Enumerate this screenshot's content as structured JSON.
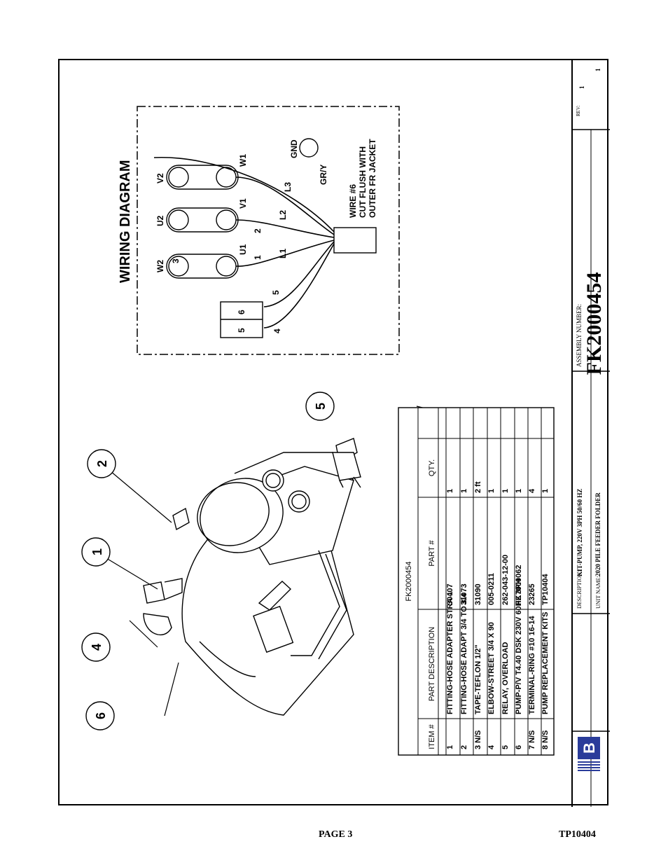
{
  "wiring": {
    "title": "WIRING DIAGRAM",
    "terminals_top": [
      "W2",
      "U2",
      "V2"
    ],
    "terminals_bottom": [
      "U1",
      "V1",
      "W1"
    ],
    "wire_numbers": [
      "1",
      "2",
      "3",
      "4",
      "5"
    ],
    "line_labels": [
      "L1",
      "L2",
      "L3"
    ],
    "ground_wire": "GR/Y",
    "ground": "GND",
    "relay_terminals": [
      "5",
      "6"
    ],
    "note": [
      "WIRE #6",
      "CUT FLUSH WITH",
      "OUTER FR JACKET"
    ]
  },
  "callouts": [
    "1",
    "2",
    "4",
    "5",
    "6"
  ],
  "parts_table": {
    "title": "FK2000454",
    "headers": [
      "ITEM #",
      "PART DESCRIPTION",
      "PART #",
      "QTY."
    ],
    "rows": [
      [
        "1",
        "FITTING-HOSE ADAPTER STRA 1",
        "30407",
        "1"
      ],
      [
        "2",
        "FITTING-HOSE ADAPT 3/4 TO 3/4",
        "31073",
        "1"
      ],
      [
        "3 N/S",
        "TAPE-TEFLON 1/2\"",
        "31090",
        "2 ft"
      ],
      [
        "4",
        "ELBOW-STREET 3/4 X 90",
        "005-0211",
        "1"
      ],
      [
        "5",
        "RELAY, OVERLOAD",
        "262-043-12-00",
        "1"
      ],
      [
        "6",
        "PUMP-P/V T4.40 DSK 230V 60HZ 3PH",
        "FK7000062",
        "1"
      ],
      [
        "7 N/S",
        "TERMINAL-RING #10 16-14",
        "23265",
        "4"
      ],
      [
        "8 N/S",
        "PUMP REPLACEMENT KITS",
        "TP10404",
        "1"
      ]
    ]
  },
  "title_block": {
    "logo": "B",
    "description_label": "DESCRIPTION:",
    "description": "KIT-PUMP, 220V 3PH 50/60 HZ",
    "unit_name_label": "UNIT NAME:",
    "unit_name": "2020 PILE FEEDER FOLDER",
    "assembly_label": "ASSEMBLY NUMBER:",
    "assembly_number": "FK2000454",
    "rev_label": "REV:",
    "rev_values": [
      "1",
      "1"
    ]
  },
  "footer": {
    "page": "PAGE 3",
    "doc": "TP10404"
  }
}
